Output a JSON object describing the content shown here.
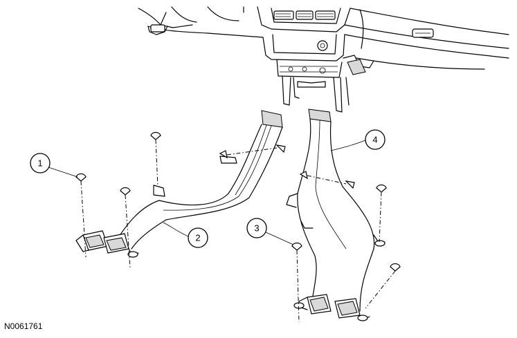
{
  "figure": {
    "id_label": "N0061761"
  },
  "callouts": [
    {
      "label": "1"
    },
    {
      "label": "2"
    },
    {
      "label": "3"
    },
    {
      "label": "4"
    }
  ]
}
